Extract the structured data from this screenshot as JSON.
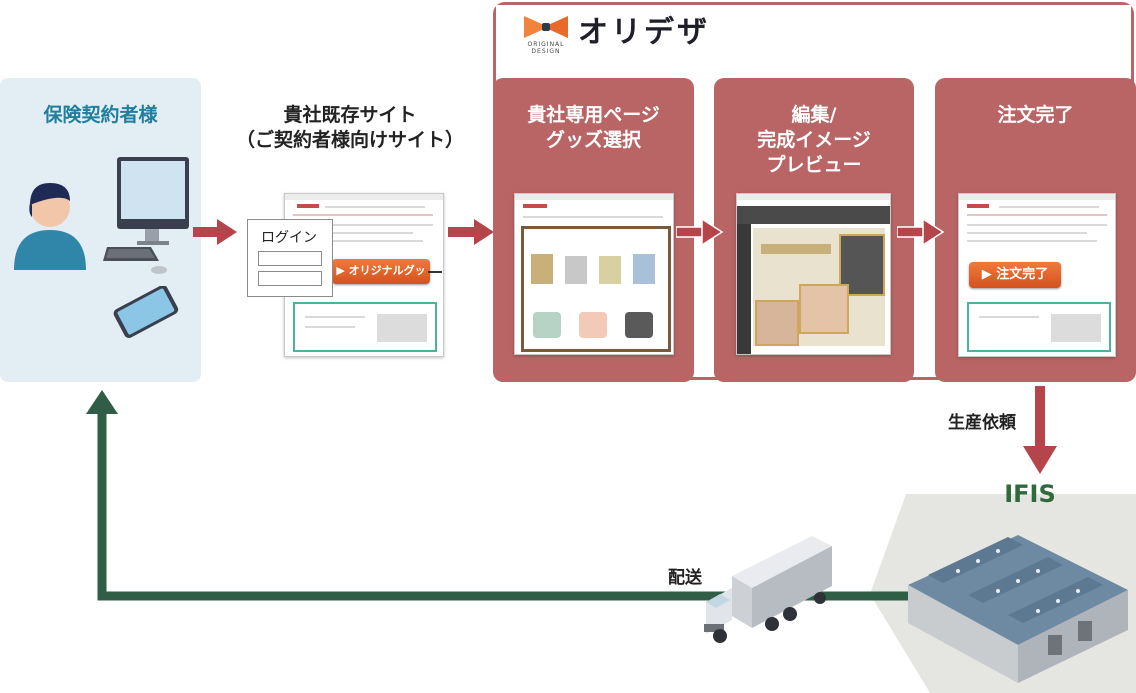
{
  "brand": {
    "logo_text": "オリデザ",
    "logo_caption": "ORIGINAL\nDESIGN"
  },
  "steps": {
    "customer": "保険契約者様",
    "existing_site": "貴社既存サイト\n（ご契約者様向けサイト）",
    "goods_select": "貴社専用ページ\nグッズ選択",
    "edit_preview": "編集/\n完成イメージ\nプレビュー",
    "order_complete": "注文完了"
  },
  "login": {
    "label": "ログイン"
  },
  "buttons": {
    "original_goods": "▶ オリジナルグッズ",
    "order_done": "▶ 注文完了"
  },
  "flow": {
    "production_request": "生産依頼",
    "factory": "IFIS",
    "delivery": "配送"
  },
  "colors": {
    "panel_red": "#b96565",
    "panel_blue": "#e3edf4",
    "arrow_red": "#b5454a",
    "arrow_green": "#2f5d45",
    "teal_text": "#1f7f9c"
  }
}
